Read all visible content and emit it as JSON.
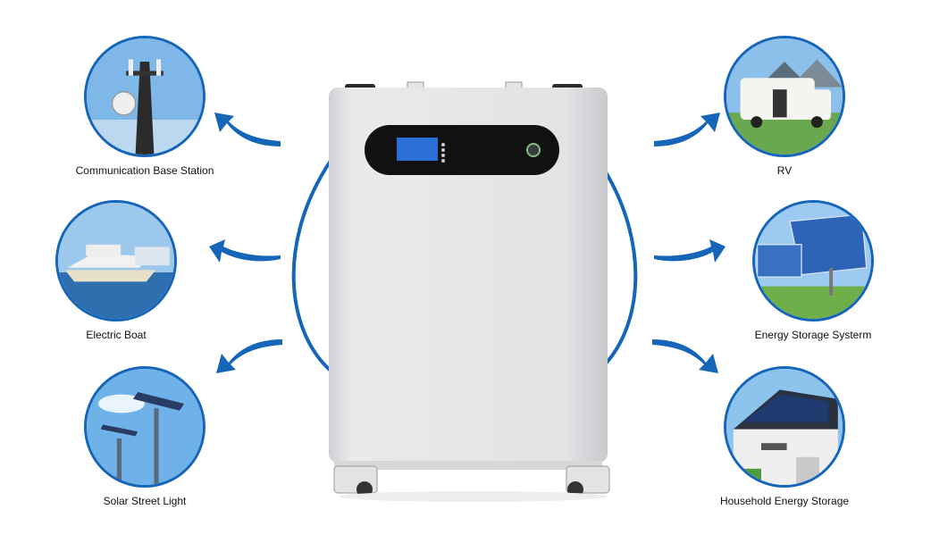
{
  "scene": {
    "product": "lithium battery energy storage cabinet",
    "accent_color": "#1565b8"
  },
  "device": {
    "status_leds": [
      "",
      "",
      "",
      ""
    ]
  },
  "applications": [
    {
      "id": "comm",
      "label": "Communication Base Station",
      "icon": "cell-tower-icon"
    },
    {
      "id": "boat",
      "label": "Electric Boat",
      "icon": "boat-icon"
    },
    {
      "id": "street",
      "label": "Solar Street Light",
      "icon": "street-light-icon"
    },
    {
      "id": "rv",
      "label": "RV",
      "icon": "rv-icon"
    },
    {
      "id": "ess",
      "label": "Energy Storage Systerm",
      "icon": "solar-panel-icon"
    },
    {
      "id": "house",
      "label": "Household Energy Storage",
      "icon": "house-icon"
    }
  ]
}
